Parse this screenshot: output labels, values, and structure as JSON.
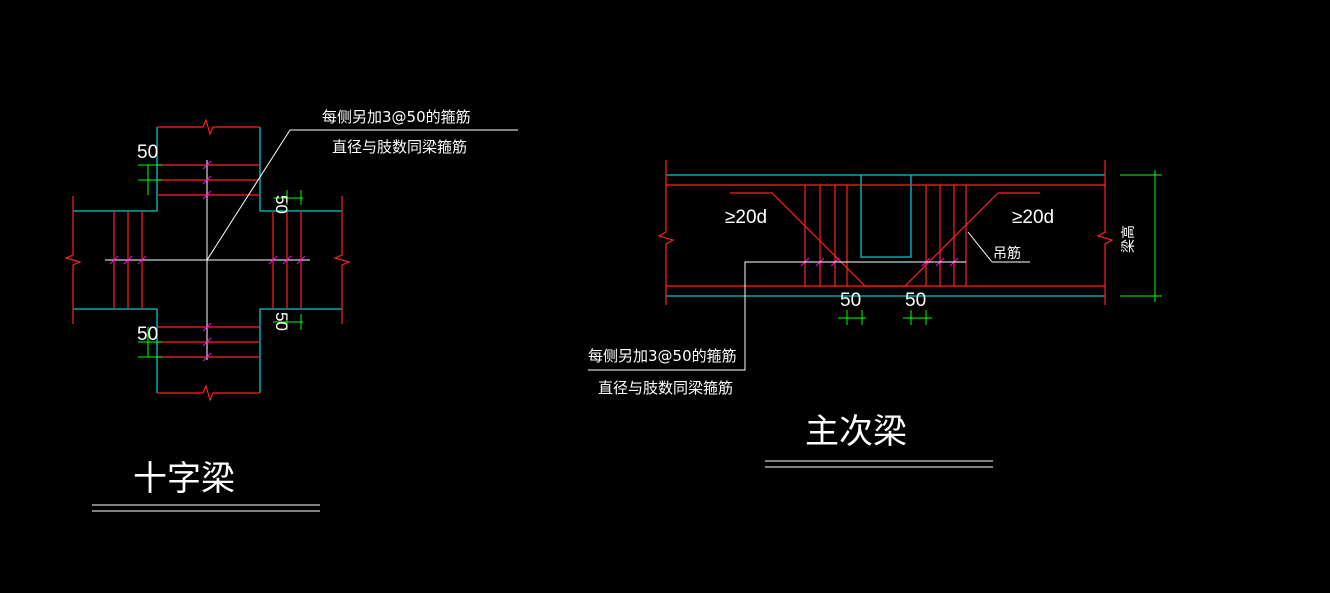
{
  "colors": {
    "background": "#000000",
    "concrete_outline": "#00c8c8",
    "rebar": "#ff2020",
    "stirrup_mark": "#ff00ff",
    "dimension": "#00ff00",
    "leader": "#ffffff",
    "text": "#ffffff"
  },
  "cross_beam": {
    "note_line1": "每侧另加3@50的箍筋",
    "note_line2": "直径与肢数同梁箍筋",
    "dim_top_left": "50",
    "dim_bottom_left": "50",
    "dim_top_right": "50",
    "dim_bottom_right": "50",
    "title": "十字梁"
  },
  "main_secondary_beam": {
    "label_left": "≥20d",
    "label_right": "≥20d",
    "hanger_label": "吊筋",
    "beam_height_label": "梁高",
    "dim_left": "50",
    "dim_right": "50",
    "note_line1": "每侧另加3@50的箍筋",
    "note_line2": "直径与肢数同梁箍筋",
    "title": "主次梁"
  }
}
